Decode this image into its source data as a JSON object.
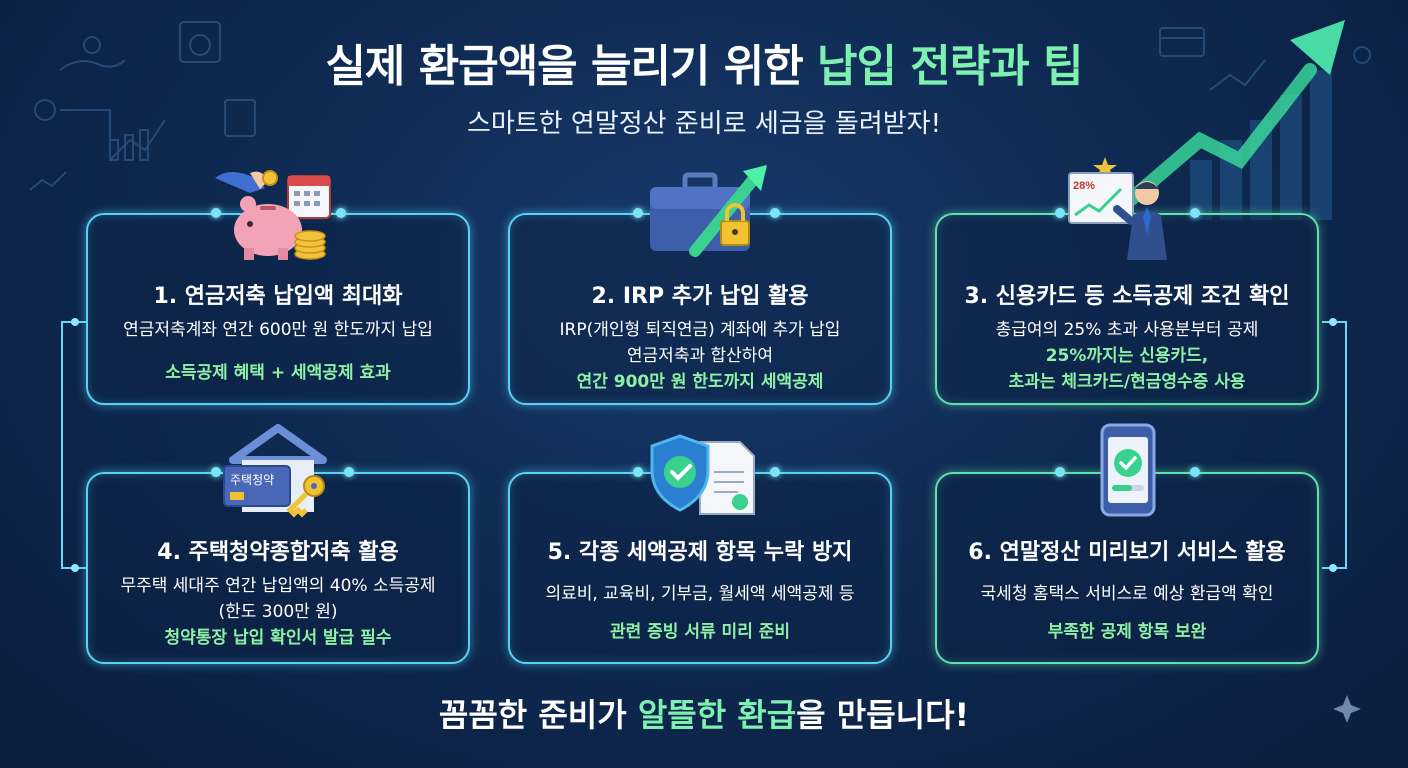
{
  "header": {
    "title_part1": "실제 환급액을 늘리기 위한 ",
    "title_highlight": "납입 전략과 팁",
    "subtitle": "스마트한 연말정산 준비로 세금을 돌려받자!"
  },
  "cards": [
    {
      "title": "1. 연금저축 납입액 최대화",
      "line1": "연금저축계좌 연간 600만 원 한도까지 납입",
      "highlight": "소득공제 혜택 + 세액공제 효과"
    },
    {
      "title": "2. IRP 추가 납입 활용",
      "line1": "IRP(개인형 퇴직연금) 계좌에 추가 납입",
      "line2": "연금저축과 합산하여",
      "highlight": "연간 900만 원 한도까지 세액공제"
    },
    {
      "title": "3. 신용카드 등 소득공제 조건 확인",
      "line1": "총급여의 25% 초과 사용분부터 공제",
      "highlight1": "25%까지는 신용카드,",
      "highlight2": "초과는 체크카드/현금영수증 사용"
    },
    {
      "title": "4. 주택청약종합저축 활용",
      "line1": "무주택 세대주 연간 납입액의 40% 소득공제",
      "line2": "(한도 300만 원)",
      "highlight": "청약통장 납입 확인서 발급 필수"
    },
    {
      "title": "5. 각종 세액공제 항목 누락 방지",
      "line1": "의료비, 교육비, 기부금, 월세액 세액공제 등",
      "highlight": "관련 증빙 서류 미리 준비"
    },
    {
      "title": "6. 연말정산 미리보기 서비스 활용",
      "line1": "국세청 홈택스 서비스로 예상 환급액 확인",
      "highlight": "부족한 공제 항목 보완"
    }
  ],
  "icons": {
    "card1": "piggy-bank-icon",
    "card2": "briefcase-lock-icon",
    "card3": "businessman-chart-icon",
    "card4": "house-key-icon",
    "card4_label": "주택청약",
    "card5": "shield-document-icon",
    "card6": "phone-check-icon",
    "card3_badge": "28%"
  },
  "footer": {
    "part1": "꼼꼼한 준비가 ",
    "highlight1": "알뜰한",
    "part2": " ",
    "highlight2": "환급",
    "part3": "을 만듭니다!"
  },
  "colors": {
    "background": "#0f2a52",
    "accent_green": "#7ef0b0",
    "border_cyan": "#5ad1f0"
  }
}
